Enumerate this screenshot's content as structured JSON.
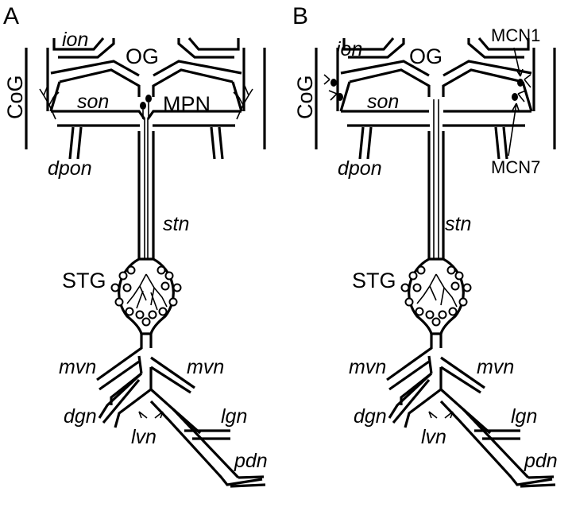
{
  "panels": [
    {
      "letter": "A",
      "labels": {
        "cog": "CoG",
        "ion": "ion",
        "og": "OG",
        "son": "son",
        "mpn": "MPN",
        "dpon": "dpon",
        "stn": "stn",
        "stg": "STG",
        "mvn_left": "mvn",
        "mvn_right": "mvn",
        "dgn": "dgn",
        "lvn": "lvn",
        "lgn": "lgn",
        "pdn": "pdn"
      }
    },
    {
      "letter": "B",
      "labels": {
        "cog": "CoG",
        "ion": "ion",
        "og": "OG",
        "son": "son",
        "mcn1": "MCN1",
        "mcn7": "MCN7",
        "dpon": "dpon",
        "stn": "stn",
        "stg": "STG",
        "mvn_left": "mvn",
        "mvn_right": "mvn",
        "dgn": "dgn",
        "lvn": "lvn",
        "lgn": "lgn",
        "pdn": "pdn"
      }
    }
  ]
}
